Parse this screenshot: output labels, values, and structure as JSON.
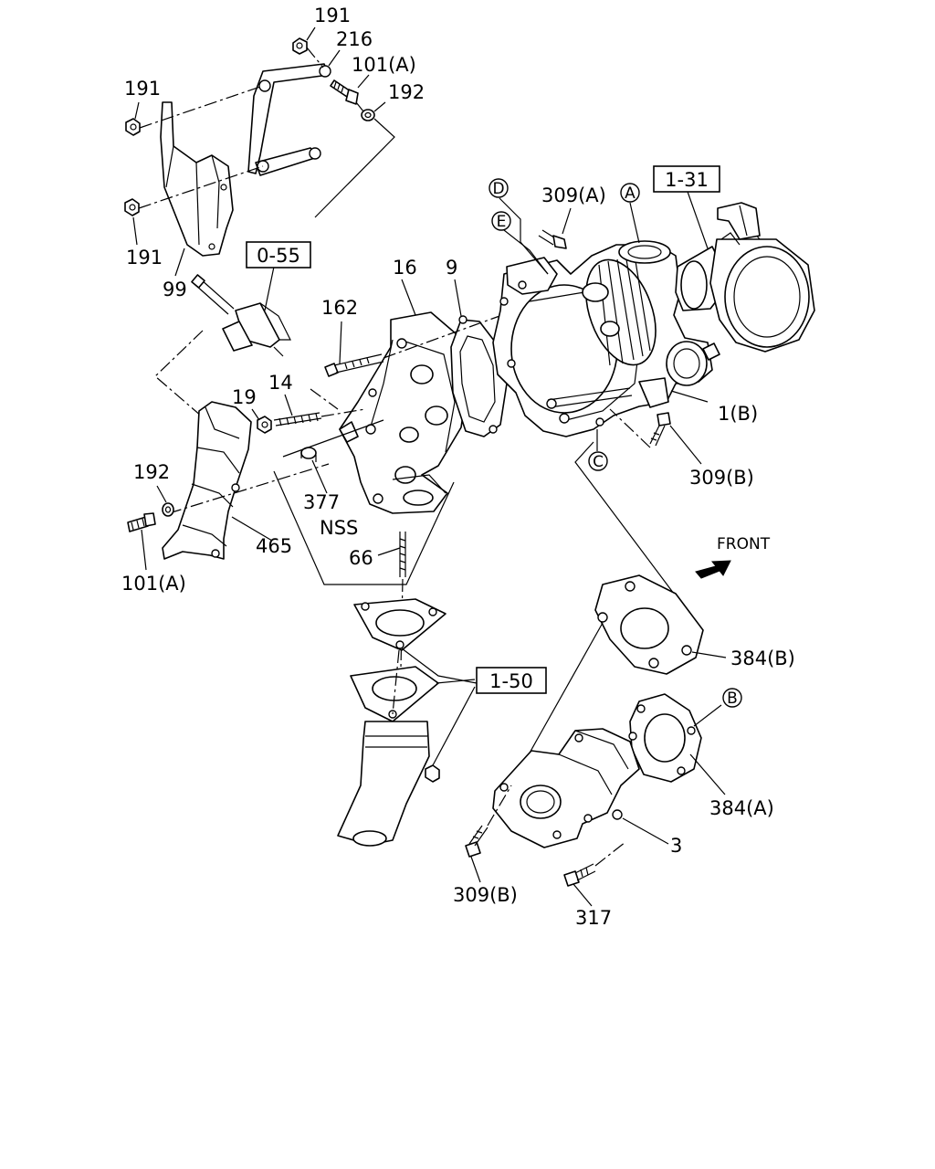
{
  "labels": {
    "p191_top": "191",
    "p216": "216",
    "p101a_top": "101(A)",
    "p192_top": "192",
    "p191_left": "191",
    "p191_lower": "191",
    "p99": "99",
    "ref_0_55": "0-55",
    "p16": "16",
    "p9": "9",
    "p162": "162",
    "p309a": "309(A)",
    "ref_1_31": "1-31",
    "p14": "14",
    "p19": "19",
    "p1b": "1(B)",
    "p309b_right": "309(B)",
    "p192_left": "192",
    "p377": "377",
    "pNSS": "NSS",
    "p465": "465",
    "p66": "66",
    "p101a_bottom": "101(A)",
    "front": "FRONT",
    "ref_1_50": "1-50",
    "p384b": "384(B)",
    "p384a": "384(A)",
    "p3": "3",
    "p309b_bottom": "309(B)",
    "p317": "317"
  },
  "callouts": {
    "A": "A",
    "B": "B",
    "C": "C",
    "D": "D",
    "E": "E"
  }
}
